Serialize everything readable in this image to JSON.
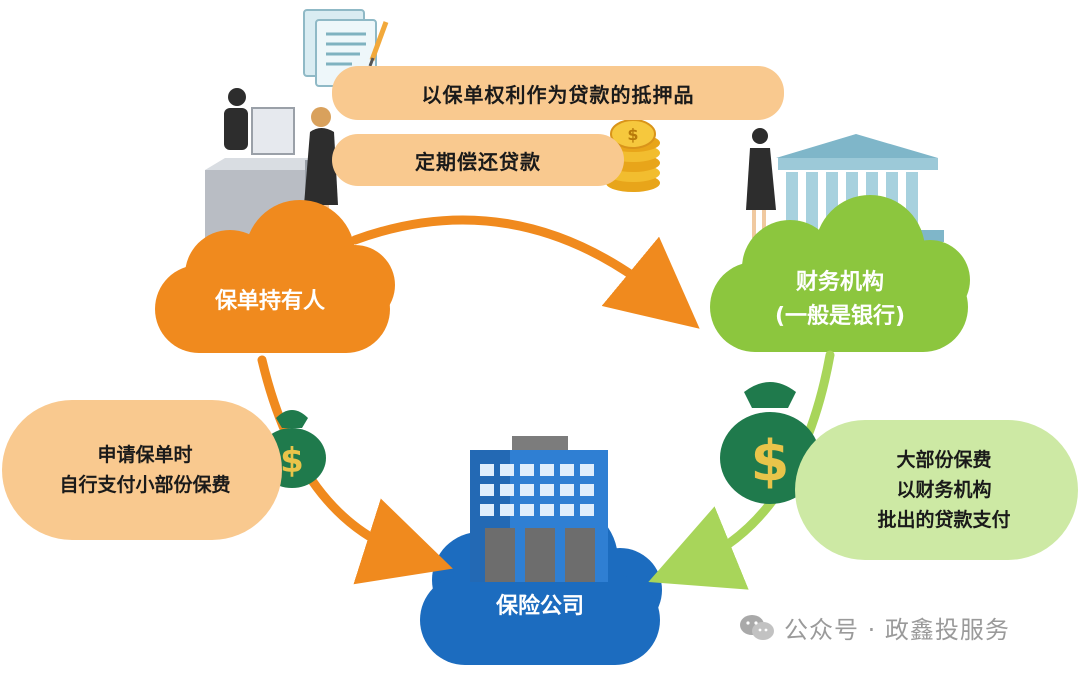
{
  "pills": {
    "collateral": "以保单权利作为贷款的抵押品",
    "repay": "定期偿还贷款"
  },
  "nodes": {
    "holder": "保单持有人",
    "finance_line1": "财务机构",
    "finance_line2": "(一般是银行)",
    "insurer": "保险公司"
  },
  "side_notes": {
    "left_line1": "申请保单时",
    "left_line2": "自行支付小部份保费",
    "right_line1": "大部份保费",
    "right_line2": "以财务机构",
    "right_line3": "批出的贷款支付"
  },
  "watermark": {
    "text": "公众号 · 政鑫投服务",
    "icon": "wechat-icon"
  },
  "colors": {
    "orange": "#f08a1e",
    "green": "#8cc63e",
    "blue": "#1c6cbf",
    "peach": "#f9c98f",
    "light_green": "#cde9a4",
    "money_green": "#1f7a4c"
  }
}
